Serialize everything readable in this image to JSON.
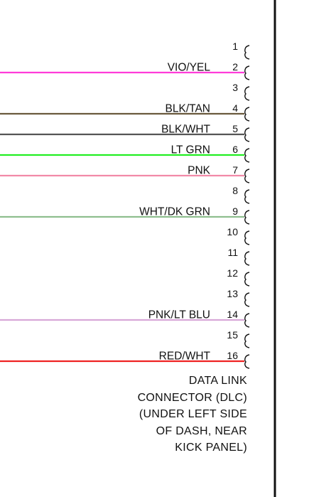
{
  "pins": [
    {
      "number": "1",
      "wire": "",
      "color": ""
    },
    {
      "number": "2",
      "wire": "VIO/YEL",
      "color": "#ff3cd9"
    },
    {
      "number": "3",
      "wire": "",
      "color": ""
    },
    {
      "number": "4",
      "wire": "BLK/TAN",
      "color": "#6a5a3e"
    },
    {
      "number": "5",
      "wire": "BLK/WHT",
      "color": "#555555"
    },
    {
      "number": "6",
      "wire": "LT GRN",
      "color": "#22ee22"
    },
    {
      "number": "7",
      "wire": "PNK",
      "color": "#f28aa8"
    },
    {
      "number": "8",
      "wire": "",
      "color": ""
    },
    {
      "number": "9",
      "wire": "WHT/DK GRN",
      "color": "#8fbf8f"
    },
    {
      "number": "10",
      "wire": "",
      "color": ""
    },
    {
      "number": "11",
      "wire": "",
      "color": ""
    },
    {
      "number": "12",
      "wire": "",
      "color": ""
    },
    {
      "number": "13",
      "wire": "",
      "color": ""
    },
    {
      "number": "14",
      "wire": "PNK/LT BLU",
      "color": "#d8a8d8"
    },
    {
      "number": "15",
      "wire": "",
      "color": ""
    },
    {
      "number": "16",
      "wire": "RED/WHT",
      "color": "#ee2222"
    }
  ],
  "connector_label": [
    "DATA LINK",
    "CONNECTOR (DLC)",
    "(UNDER LEFT SIDE",
    "OF DASH, NEAR",
    "KICK PANEL)"
  ],
  "colors": {
    "text": "#111111",
    "border": "#111111"
  }
}
